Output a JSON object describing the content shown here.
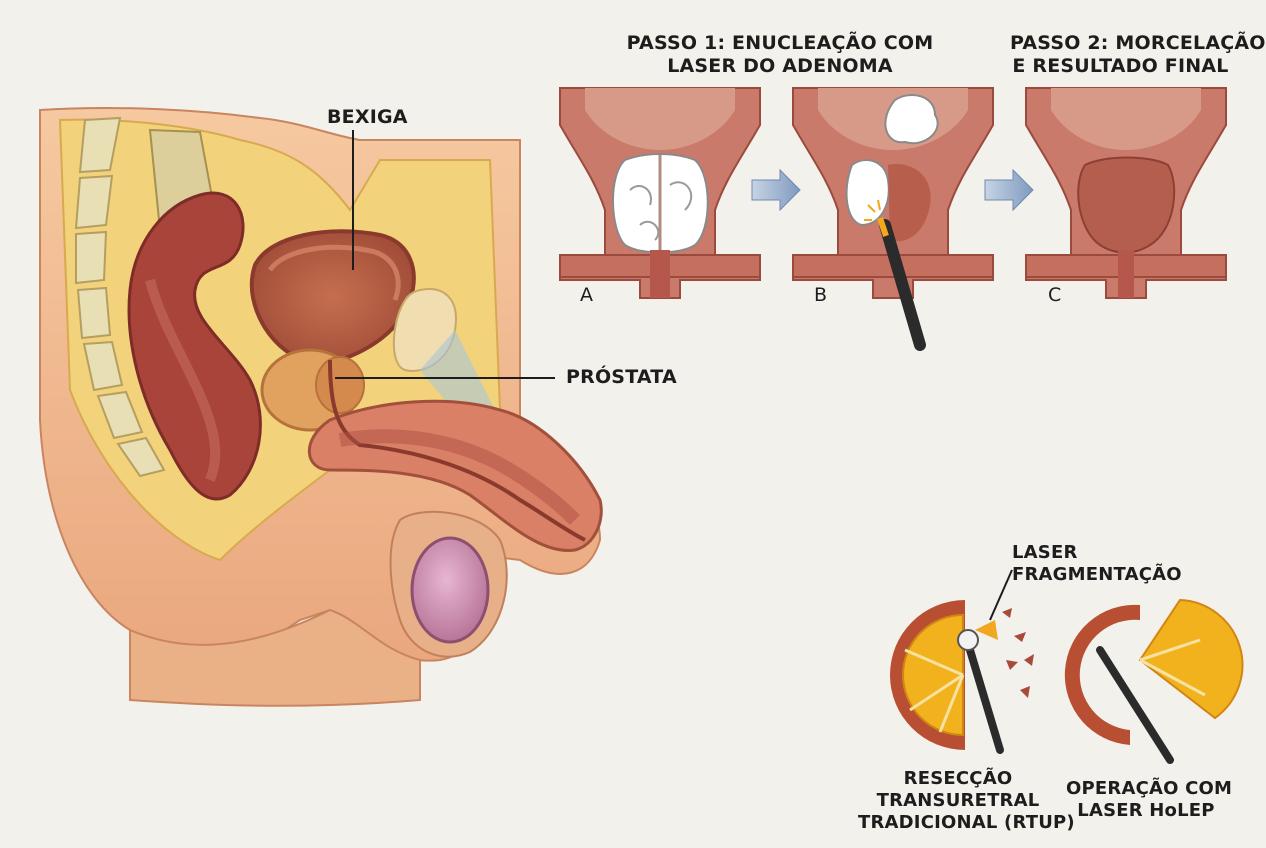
{
  "anatomy": {
    "bladder_label": "BEXIGA",
    "prostate_label": "PRÓSTATA"
  },
  "steps": {
    "step1_title_line1": "PASSO 1: ENUCLEAÇÃO COM",
    "step1_title_line2": "LASER DO ADENOMA",
    "step2_title_line1": "PASSO 2: MORCELAÇÃO",
    "step2_title_line2": "E RESULTADO FINAL",
    "panel_a": "A",
    "panel_b": "B",
    "panel_c": "C"
  },
  "comparison": {
    "laser_line1": "LASER",
    "laser_line2": "FRAGMENTAÇÃO",
    "rtup_line1": "RESECÇÃO",
    "rtup_line2": "TRANSURETRAL",
    "rtup_line3": "TRADICIONAL (RTUP)",
    "holep_line1": "OPERAÇÃO COM",
    "holep_line2": "LASER HoLEP"
  },
  "colors": {
    "background": "#f3f1ec",
    "tissue": "#c97a6a",
    "fat": "#f2d27a",
    "adenoma": "#ffffff",
    "orange": "#f2a81e",
    "arrow": "#8fa8c6"
  }
}
